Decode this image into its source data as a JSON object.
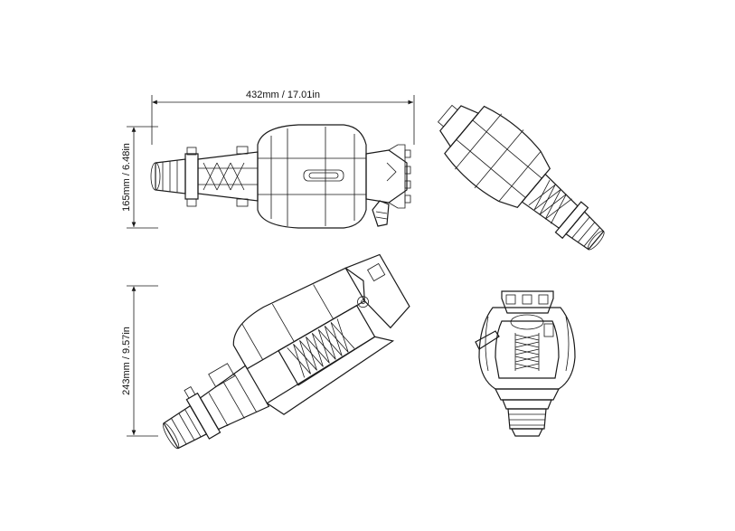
{
  "drawing": {
    "dimensions": {
      "length": "432mm / 17.01in",
      "width": "165mm / 6.48in",
      "height": "243mm / 9.57in"
    },
    "line_color": "#1a1a1a",
    "background": "#ffffff"
  }
}
